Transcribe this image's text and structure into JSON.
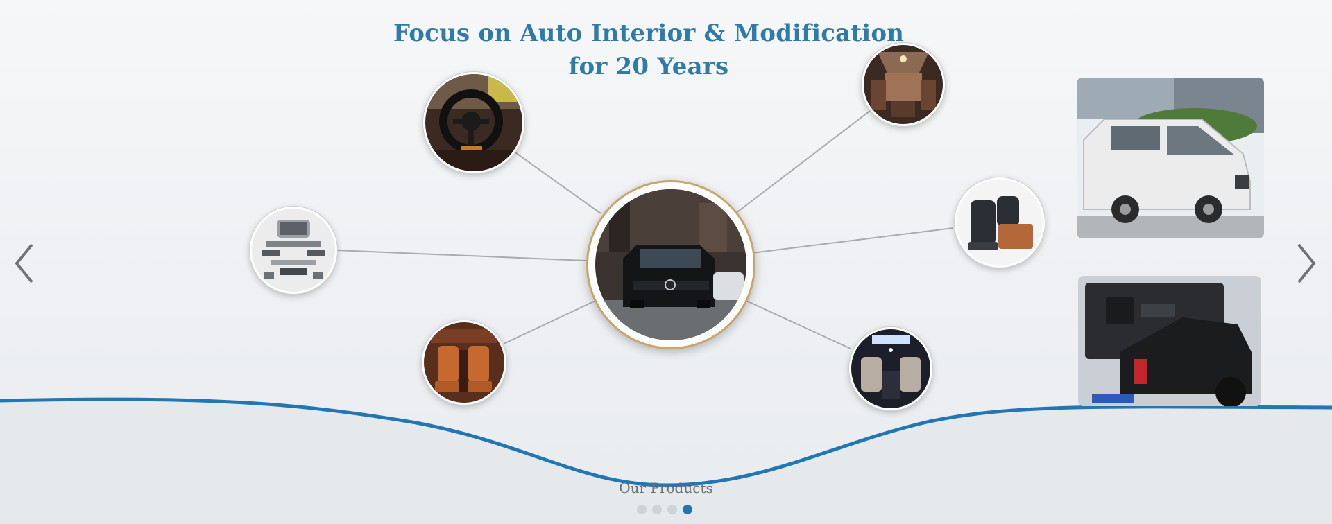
{
  "headline": {
    "line1": "Focus on Auto Interior & Modification",
    "line2": "for 20 Years"
  },
  "colors": {
    "brand_blue": "#2f7aa8",
    "wave_blue": "#2277b3",
    "hub_ring": "#c9a56a"
  },
  "nodes": [
    {
      "name": "steering-wheel"
    },
    {
      "name": "van-lounge-interior"
    },
    {
      "name": "bodykit-parts"
    },
    {
      "name": "captain-seats"
    },
    {
      "name": "brown-leather-seats"
    },
    {
      "name": "starlight-interior"
    }
  ],
  "side_photos": [
    {
      "name": "white-sprinter-van"
    },
    {
      "name": "black-pickup-camper"
    }
  ],
  "nav": {
    "prev_icon": "chevron-left-icon",
    "next_icon": "chevron-right-icon"
  },
  "footer": {
    "label": "Our Products"
  },
  "pagination": {
    "count": 4,
    "active_index": 3
  }
}
